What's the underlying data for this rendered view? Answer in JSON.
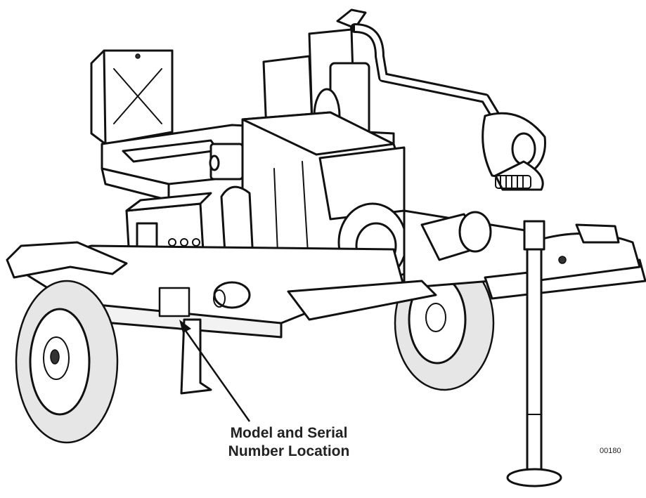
{
  "figure": {
    "callout_line1": "Model and Serial",
    "callout_line2": "Number Location",
    "figure_number": "00180"
  },
  "colors": {
    "line": "#111111",
    "fill": "#ffffff",
    "shade": "#e6e6e6",
    "text": "#222222"
  }
}
